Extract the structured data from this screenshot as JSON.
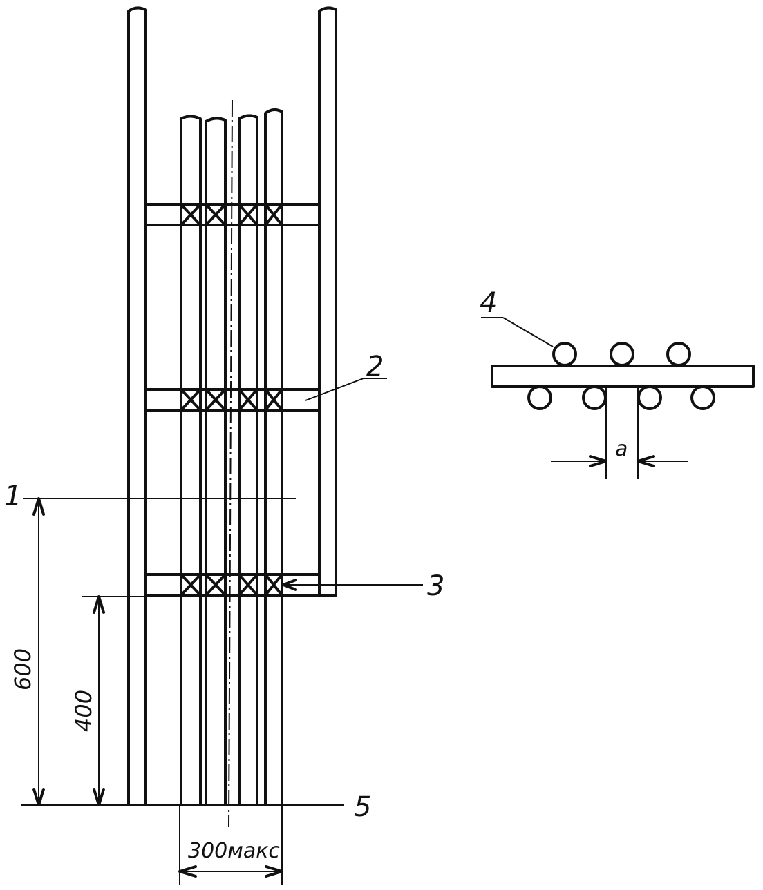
{
  "callouts": {
    "c1": "1",
    "c2": "2",
    "c3": "3",
    "c4": "4",
    "c5": "5"
  },
  "dimensions": {
    "d600": "600",
    "d400": "400",
    "d300": "300макс",
    "da": "a"
  }
}
